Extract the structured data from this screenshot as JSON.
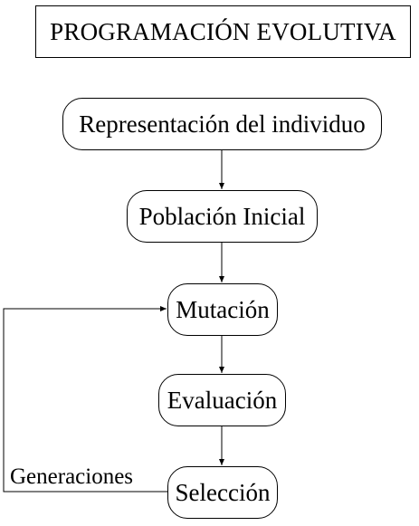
{
  "title": "PROGRAMACIÓN EVOLUTIVA",
  "nodes": [
    {
      "id": "representacion",
      "label": "Representación del individuo"
    },
    {
      "id": "poblacion",
      "label": "Población Inicial"
    },
    {
      "id": "mutacion",
      "label": "Mutación"
    },
    {
      "id": "evaluacion",
      "label": "Evaluación"
    },
    {
      "id": "seleccion",
      "label": "Selección"
    }
  ],
  "edges": [
    {
      "from": "representacion",
      "to": "poblacion"
    },
    {
      "from": "poblacion",
      "to": "mutacion"
    },
    {
      "from": "mutacion",
      "to": "evaluacion"
    },
    {
      "from": "evaluacion",
      "to": "seleccion"
    },
    {
      "from": "seleccion",
      "to": "mutacion",
      "label": "Generaciones"
    }
  ],
  "loop_label": "Generaciones"
}
